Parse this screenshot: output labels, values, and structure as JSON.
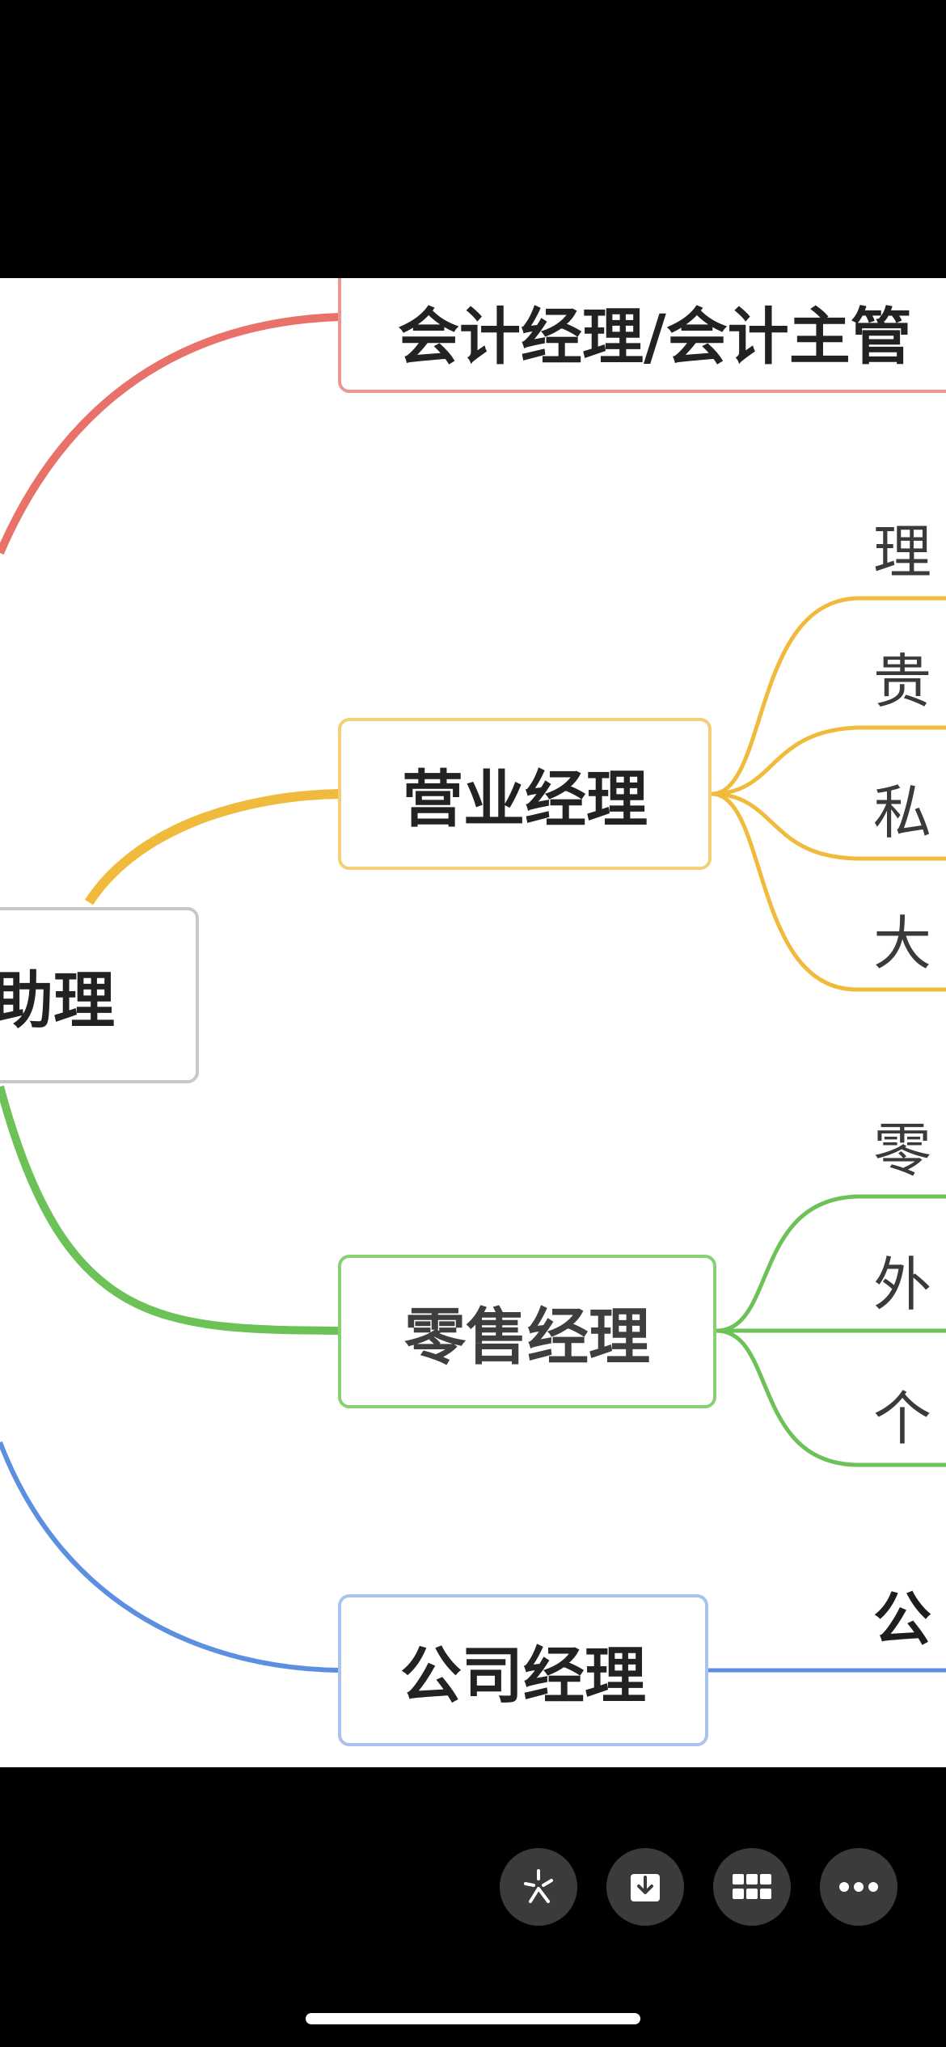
{
  "mindmap": {
    "center_label": "助理",
    "branches": {
      "accounting": {
        "label": "会计经理/会计主管",
        "color": "#e8726a"
      },
      "business": {
        "label": "营业经理",
        "color": "#f0bb3c"
      },
      "retail": {
        "label": "零售经理",
        "color": "#6cc257"
      },
      "corporate": {
        "label": "公司经理",
        "color": "#5c8fe0"
      }
    },
    "business_leaves": [
      "理",
      "贵",
      "私",
      "大"
    ],
    "retail_leaves": [
      "零",
      "外",
      "个"
    ],
    "corporate_leaves": [
      "公"
    ]
  },
  "toolbar": {
    "buttons": [
      {
        "icon": "live-photo-icon"
      },
      {
        "icon": "download-icon"
      },
      {
        "icon": "grid-icon"
      },
      {
        "icon": "more-icon"
      }
    ]
  }
}
